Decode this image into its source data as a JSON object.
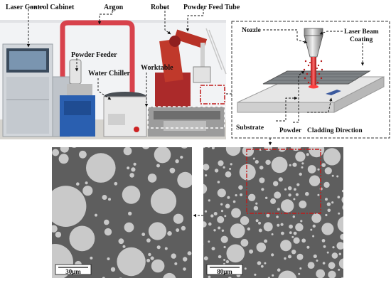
{
  "photo_labels": {
    "laser_control_cabinet": "Laser Control Cabinet",
    "argon": "Argon",
    "robot": "Robot",
    "powder_feed_tube": "Powder Feed Tube",
    "powder_feeder": "Powder Feeder",
    "water_chiller": "Water Chiller",
    "worktable": "Worktable"
  },
  "schematic_labels": {
    "nozzle": "Nozzle",
    "laser_beam": "Laser Beam",
    "coating": "Coating",
    "substrate": "Substrate",
    "powder": "Powder",
    "cladding_direction": "Cladding Direction"
  },
  "micrographs": {
    "left_scale": "30μm",
    "right_scale": "80μm"
  },
  "colors": {
    "highlight": "#c01a1a",
    "micrograph_bg": "#5e5e5e",
    "particle": "#c9c9c9"
  }
}
